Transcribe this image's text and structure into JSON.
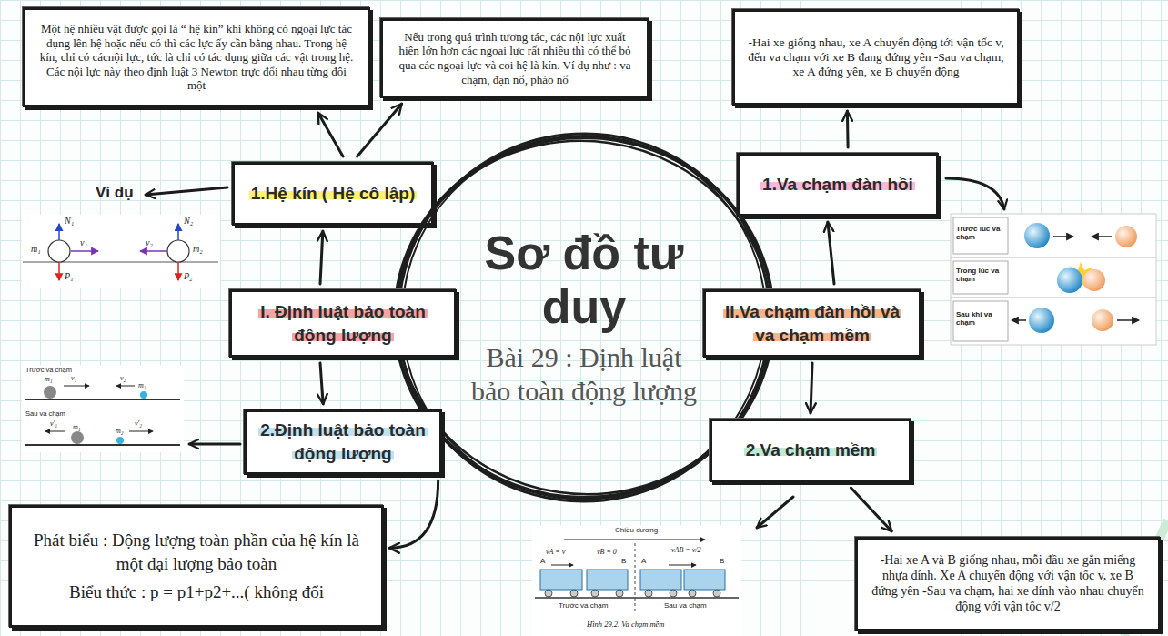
{
  "diagram": {
    "nodes": [
      {
        "text": [
          "Một hệ nhiều vật được gọi là “ hệ kín” khi không có ngoại lực tác dụng lên hệ hoặc nếu có thì các lực ấy cần bằng nhau. Trong hệ kín, chỉ có cácnội lực, tức là chỉ có tác dụng giữa các vật trong hệ. Các nội lực này theo định luật 3 Newton trực đổi nhau từng đôi một"
        ]
      },
      {
        "text": [
          "Nếu trong quá trình tương tác, các nội lực xuất hiện lớn hơn các ngoại lực rất nhiều thì có thể bỏ qua các ngoại lực và coi hệ là kín. Ví dụ như : va chạm, đạn nổ, pháo nổ"
        ]
      },
      {
        "text": [
          "-Hai xe giống nhau, xe A chuyển động tới vận tốc v, đến va chạm với xe B đang đứng yên -Sau va chạm, xe A đứng yên, xe B chuyển động"
        ]
      },
      {
        "text": [
          "1.Hệ kín ( Hệ cô lập)"
        ]
      },
      {
        "text": [
          "1.Va chạm đàn hồi"
        ]
      },
      {
        "text": [
          "Sơ đồ tư duy",
          "Bài 29 : Định luật bảo toàn động lượng"
        ]
      },
      {
        "text": [
          "I. Định luật bảo toàn động lượng"
        ]
      },
      {
        "text": [
          "II.Va chạm đàn hồi và va chạm mềm"
        ]
      },
      {
        "text": [
          "2.Định luật bảo toàn động lượng"
        ]
      },
      {
        "text": [
          "2.Va chạm mềm"
        ]
      },
      {
        "text": [
          "Phát biểu : Động lượng toàn phần của hệ kín là một đại lượng bảo toàn",
          "Biểu thức : p = p1+p2+...( không đổi"
        ]
      },
      {
        "text": [
          "-Hai xe A và B giống nhau, mỗi đầu xe gắn miếng nhựa dính. Xe A chuyển động với vận tốc v, xe B đứng yên -Sau va chạm, hai xe dính vào nhau chuyển động với vận tốc v/2"
        ]
      }
    ],
    "edges": [
      {
        "from": 6,
        "to": 3,
        "arrow": "to"
      },
      {
        "from": 6,
        "to": 8,
        "arrow": "to"
      },
      {
        "from": 3,
        "to": 0,
        "arrow": "to"
      },
      {
        "from": 3,
        "to": 1,
        "arrow": "to"
      },
      {
        "from": 8,
        "to": 10,
        "arrow": "to"
      },
      {
        "from": 7,
        "to": 4,
        "arrow": "to"
      },
      {
        "from": 7,
        "to": 9,
        "arrow": "to"
      },
      {
        "from": 4,
        "to": 2,
        "arrow": "to"
      },
      {
        "from": 9,
        "to": 11,
        "arrow": "to"
      }
    ],
    "labels": [
      "Ví dụ",
      "m₁",
      "N₁",
      "v₁",
      "P₁",
      "v₂",
      "N₂",
      "m₂",
      "P₂",
      "Trước va chạm",
      "m₁",
      "v₁",
      "v₂",
      "m₂",
      "Sau va chạm",
      "v'₁",
      "m₁",
      "m₂",
      "v'₂",
      "Trước lúc va chạm",
      "Trong lúc va chạm",
      "Sau khi va chạm",
      "Chiều dương",
      "vA = v",
      "vB = 0",
      "A",
      "B",
      "vAB = v/2",
      "A",
      "B",
      "Trước va chạm",
      "Sau va chạm",
      "Hình 29.2. Va chạm mềm"
    ]
  }
}
